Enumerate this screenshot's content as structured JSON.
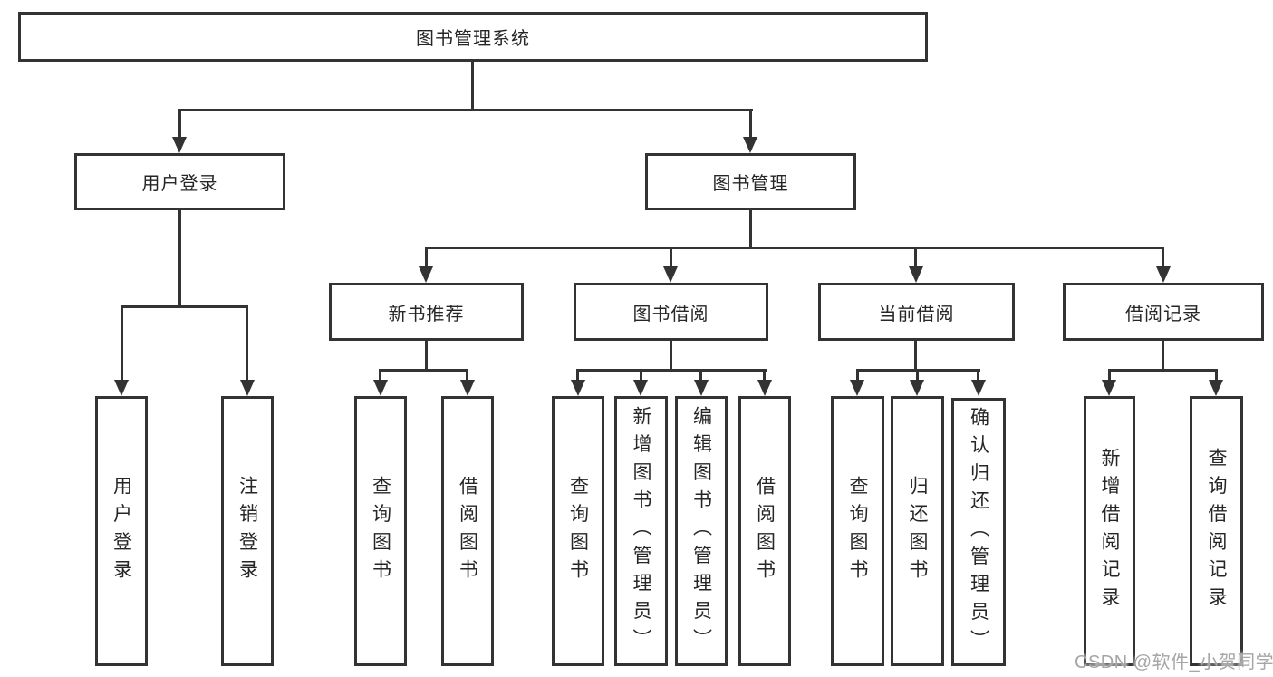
{
  "colors": {
    "line": "#333333",
    "text": "#262626",
    "watermark": "#a6a6a6",
    "background": "#ffffff"
  },
  "chart_type": "tree-diagram",
  "tree": {
    "root": "图书管理系统",
    "login": {
      "label": "用户登录",
      "children": [
        "用户登录",
        "注销登录"
      ]
    },
    "mgmt": {
      "label": "图书管理",
      "sections": [
        {
          "label": "新书推荐",
          "children": [
            "查询图书",
            "借阅图书"
          ]
        },
        {
          "label": "图书借阅",
          "children": [
            "查询图书",
            "新增图书（管理员）",
            "编辑图书（管理员）",
            "借阅图书"
          ]
        },
        {
          "label": "当前借阅",
          "children": [
            "查询图书",
            "归还图书",
            "确认归还（管理员）"
          ]
        },
        {
          "label": "借阅记录",
          "children": [
            "新增借阅记录",
            "查询借阅记录"
          ]
        }
      ]
    }
  },
  "watermark": "CSDN @软件_小贺同学"
}
